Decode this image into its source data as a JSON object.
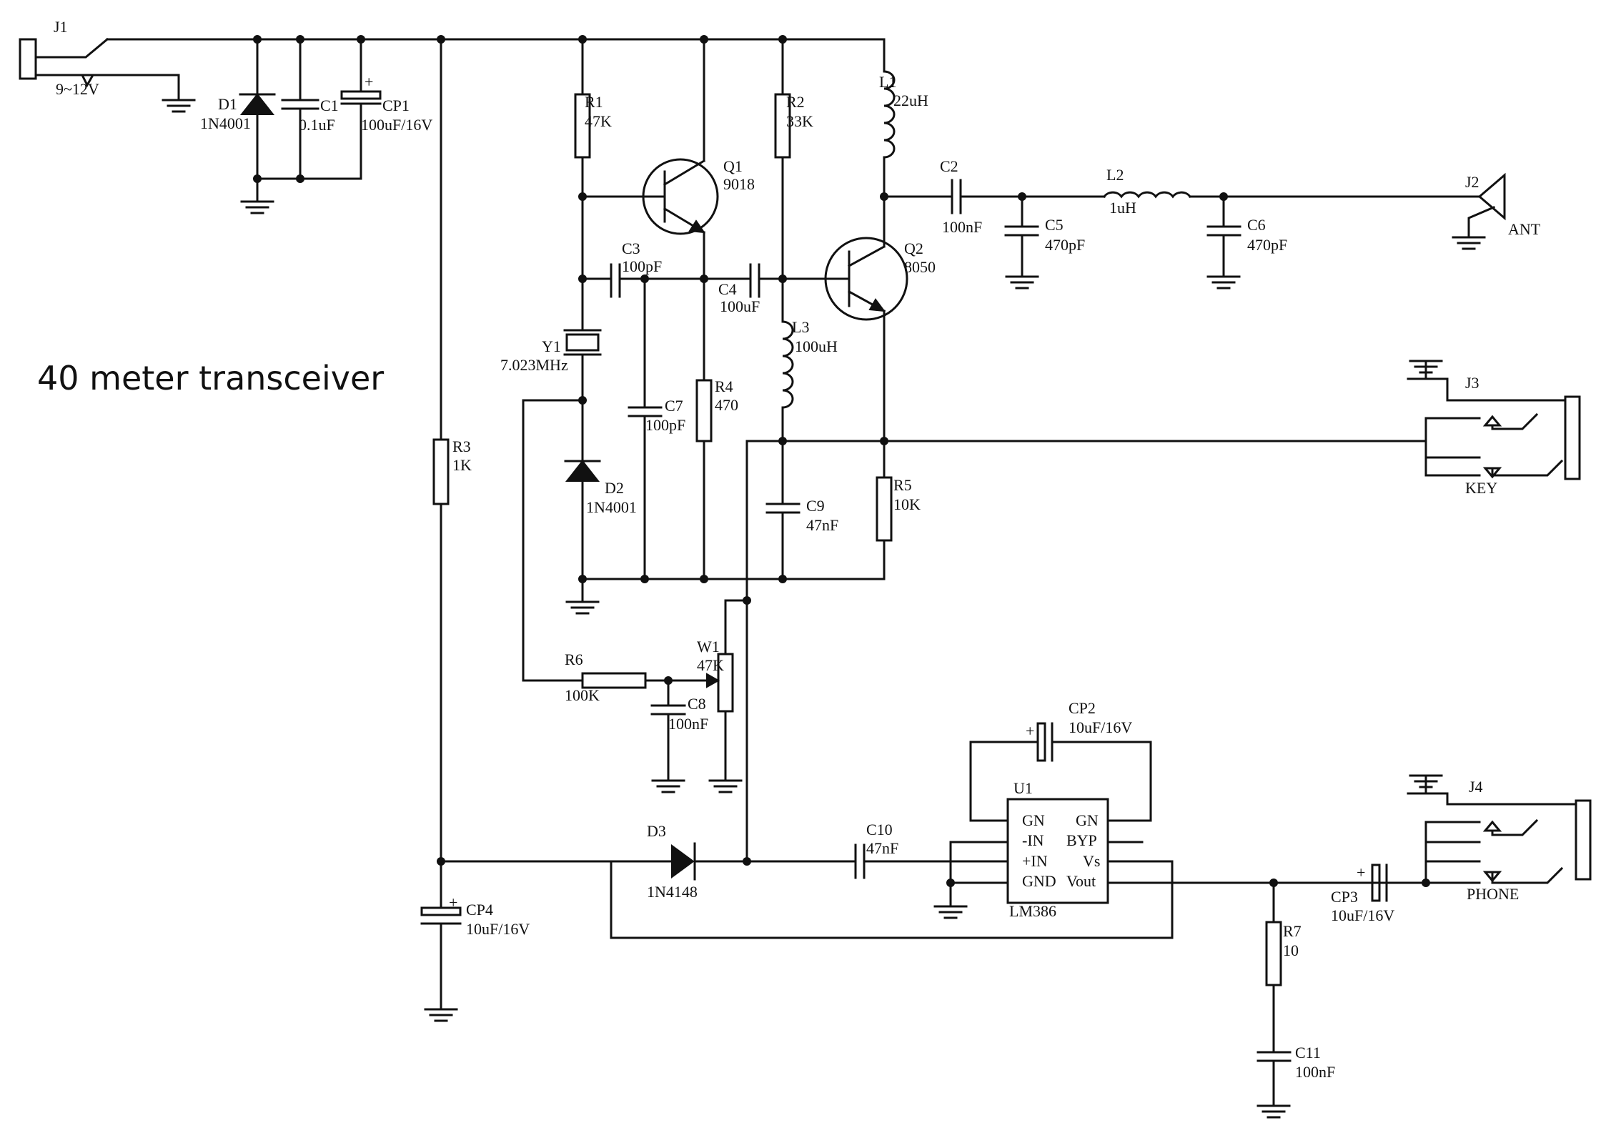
{
  "title": "40 meter transceiver",
  "components": {
    "j1": {
      "ref": "J1",
      "value": "9~12V"
    },
    "d1": {
      "ref": "D1",
      "value": "1N4001"
    },
    "c1": {
      "ref": "C1",
      "value": "0.1uF"
    },
    "cp1": {
      "ref": "CP1",
      "value": "100uF/16V"
    },
    "r1": {
      "ref": "R1",
      "value": "47K"
    },
    "q1": {
      "ref": "Q1",
      "value": "9018"
    },
    "c3": {
      "ref": "C3",
      "value": "100pF"
    },
    "y1": {
      "ref": "Y1",
      "value": "7.023MHz"
    },
    "d2": {
      "ref": "D2",
      "value": "1N4001"
    },
    "c7": {
      "ref": "C7",
      "value": "100pF"
    },
    "r4": {
      "ref": "R4",
      "value": "470"
    },
    "r2": {
      "ref": "R2",
      "value": "33K"
    },
    "c4": {
      "ref": "C4",
      "value": "100uF"
    },
    "l3": {
      "ref": "L3",
      "value": "100uH"
    },
    "c9": {
      "ref": "C9",
      "value": "47nF"
    },
    "l1": {
      "ref": "L1",
      "value": "22uH"
    },
    "q2": {
      "ref": "Q2",
      "value": "8050"
    },
    "r5": {
      "ref": "R5",
      "value": "10K"
    },
    "c2": {
      "ref": "C2",
      "value": "100nF"
    },
    "c5": {
      "ref": "C5",
      "value": "470pF"
    },
    "l2": {
      "ref": "L2",
      "value": "1uH"
    },
    "c6": {
      "ref": "C6",
      "value": "470pF"
    },
    "j2": {
      "ref": "J2",
      "value": "ANT"
    },
    "j3": {
      "ref": "J3",
      "value": "KEY"
    },
    "r3": {
      "ref": "R3",
      "value": "1K"
    },
    "r6": {
      "ref": "R6",
      "value": "100K"
    },
    "w1": {
      "ref": "W1",
      "value": "47K"
    },
    "c8": {
      "ref": "C8",
      "value": "100nF"
    },
    "cp2": {
      "ref": "CP2",
      "value": "10uF/16V"
    },
    "u1": {
      "ref": "U1",
      "value": "LM386"
    },
    "d3": {
      "ref": "D3",
      "value": "1N4148"
    },
    "c10": {
      "ref": "C10",
      "value": "47nF"
    },
    "cp4": {
      "ref": "CP4",
      "value": "10uF/16V"
    },
    "cp3": {
      "ref": "CP3",
      "value": "10uF/16V"
    },
    "r7": {
      "ref": "R7",
      "value": "10"
    },
    "c11": {
      "ref": "C11",
      "value": "100nF"
    },
    "j4": {
      "ref": "J4",
      "value": "PHONE"
    }
  },
  "u1_pins": {
    "gn_left": "GN",
    "gn_right": "GN",
    "in_minus": "-IN",
    "byp": "BYP",
    "in_plus": "+IN",
    "vs": "Vs",
    "gnd": "GND",
    "vout": "Vout"
  },
  "polarity": "+"
}
